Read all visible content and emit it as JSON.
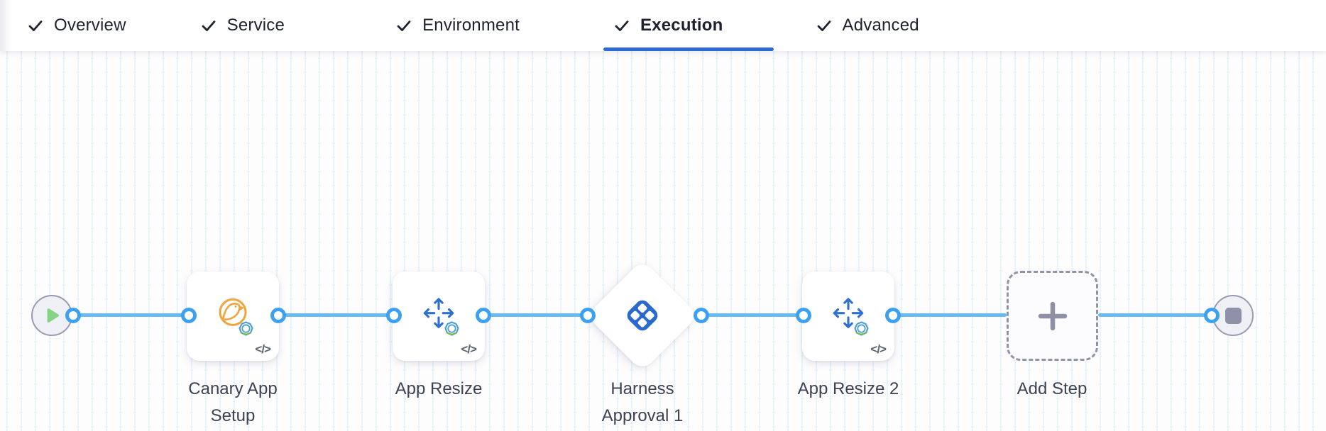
{
  "header": {
    "tabs": [
      {
        "label": "Overview",
        "checked": true,
        "active": false
      },
      {
        "label": "Service",
        "checked": true,
        "active": false
      },
      {
        "label": "Environment",
        "checked": true,
        "active": false
      },
      {
        "label": "Execution",
        "checked": true,
        "active": true
      },
      {
        "label": "Advanced",
        "checked": true,
        "active": false
      }
    ]
  },
  "canvas": {
    "start_node": {
      "type": "start",
      "icon": "play-icon"
    },
    "end_node": {
      "type": "end",
      "icon": "stop-icon"
    },
    "steps": [
      {
        "id": "canary-app-setup",
        "label": "Canary App Setup",
        "icon": "canary-icon",
        "shape": "card",
        "code_badge": "</>"
      },
      {
        "id": "app-resize",
        "label": "App Resize",
        "icon": "move-arrows-icon",
        "shape": "card",
        "code_badge": "</>"
      },
      {
        "id": "harness-approval-1",
        "label": "Harness Approval 1",
        "icon": "harness-approval-icon",
        "shape": "diamond"
      },
      {
        "id": "app-resize-2",
        "label": "App Resize 2",
        "icon": "move-arrows-icon",
        "shape": "card",
        "code_badge": "</>"
      },
      {
        "id": "add-step",
        "label": "Add Step",
        "icon": "plus-icon",
        "shape": "dashed-card"
      }
    ]
  },
  "colors": {
    "active_tab_underline": "#2c6bd2",
    "edge_blue": "#66bbf2",
    "port_blue": "#3ea1f0",
    "node_fill": "#eef0f6",
    "node_border": "#999bb1",
    "canary_orange": "#f0a43c",
    "arrows_blue": "#2e6fd2",
    "harness_blue": "#2a6ace",
    "play_green": "#85d385",
    "stop_gray": "#8f91a8",
    "label_text": "#3d4254"
  }
}
